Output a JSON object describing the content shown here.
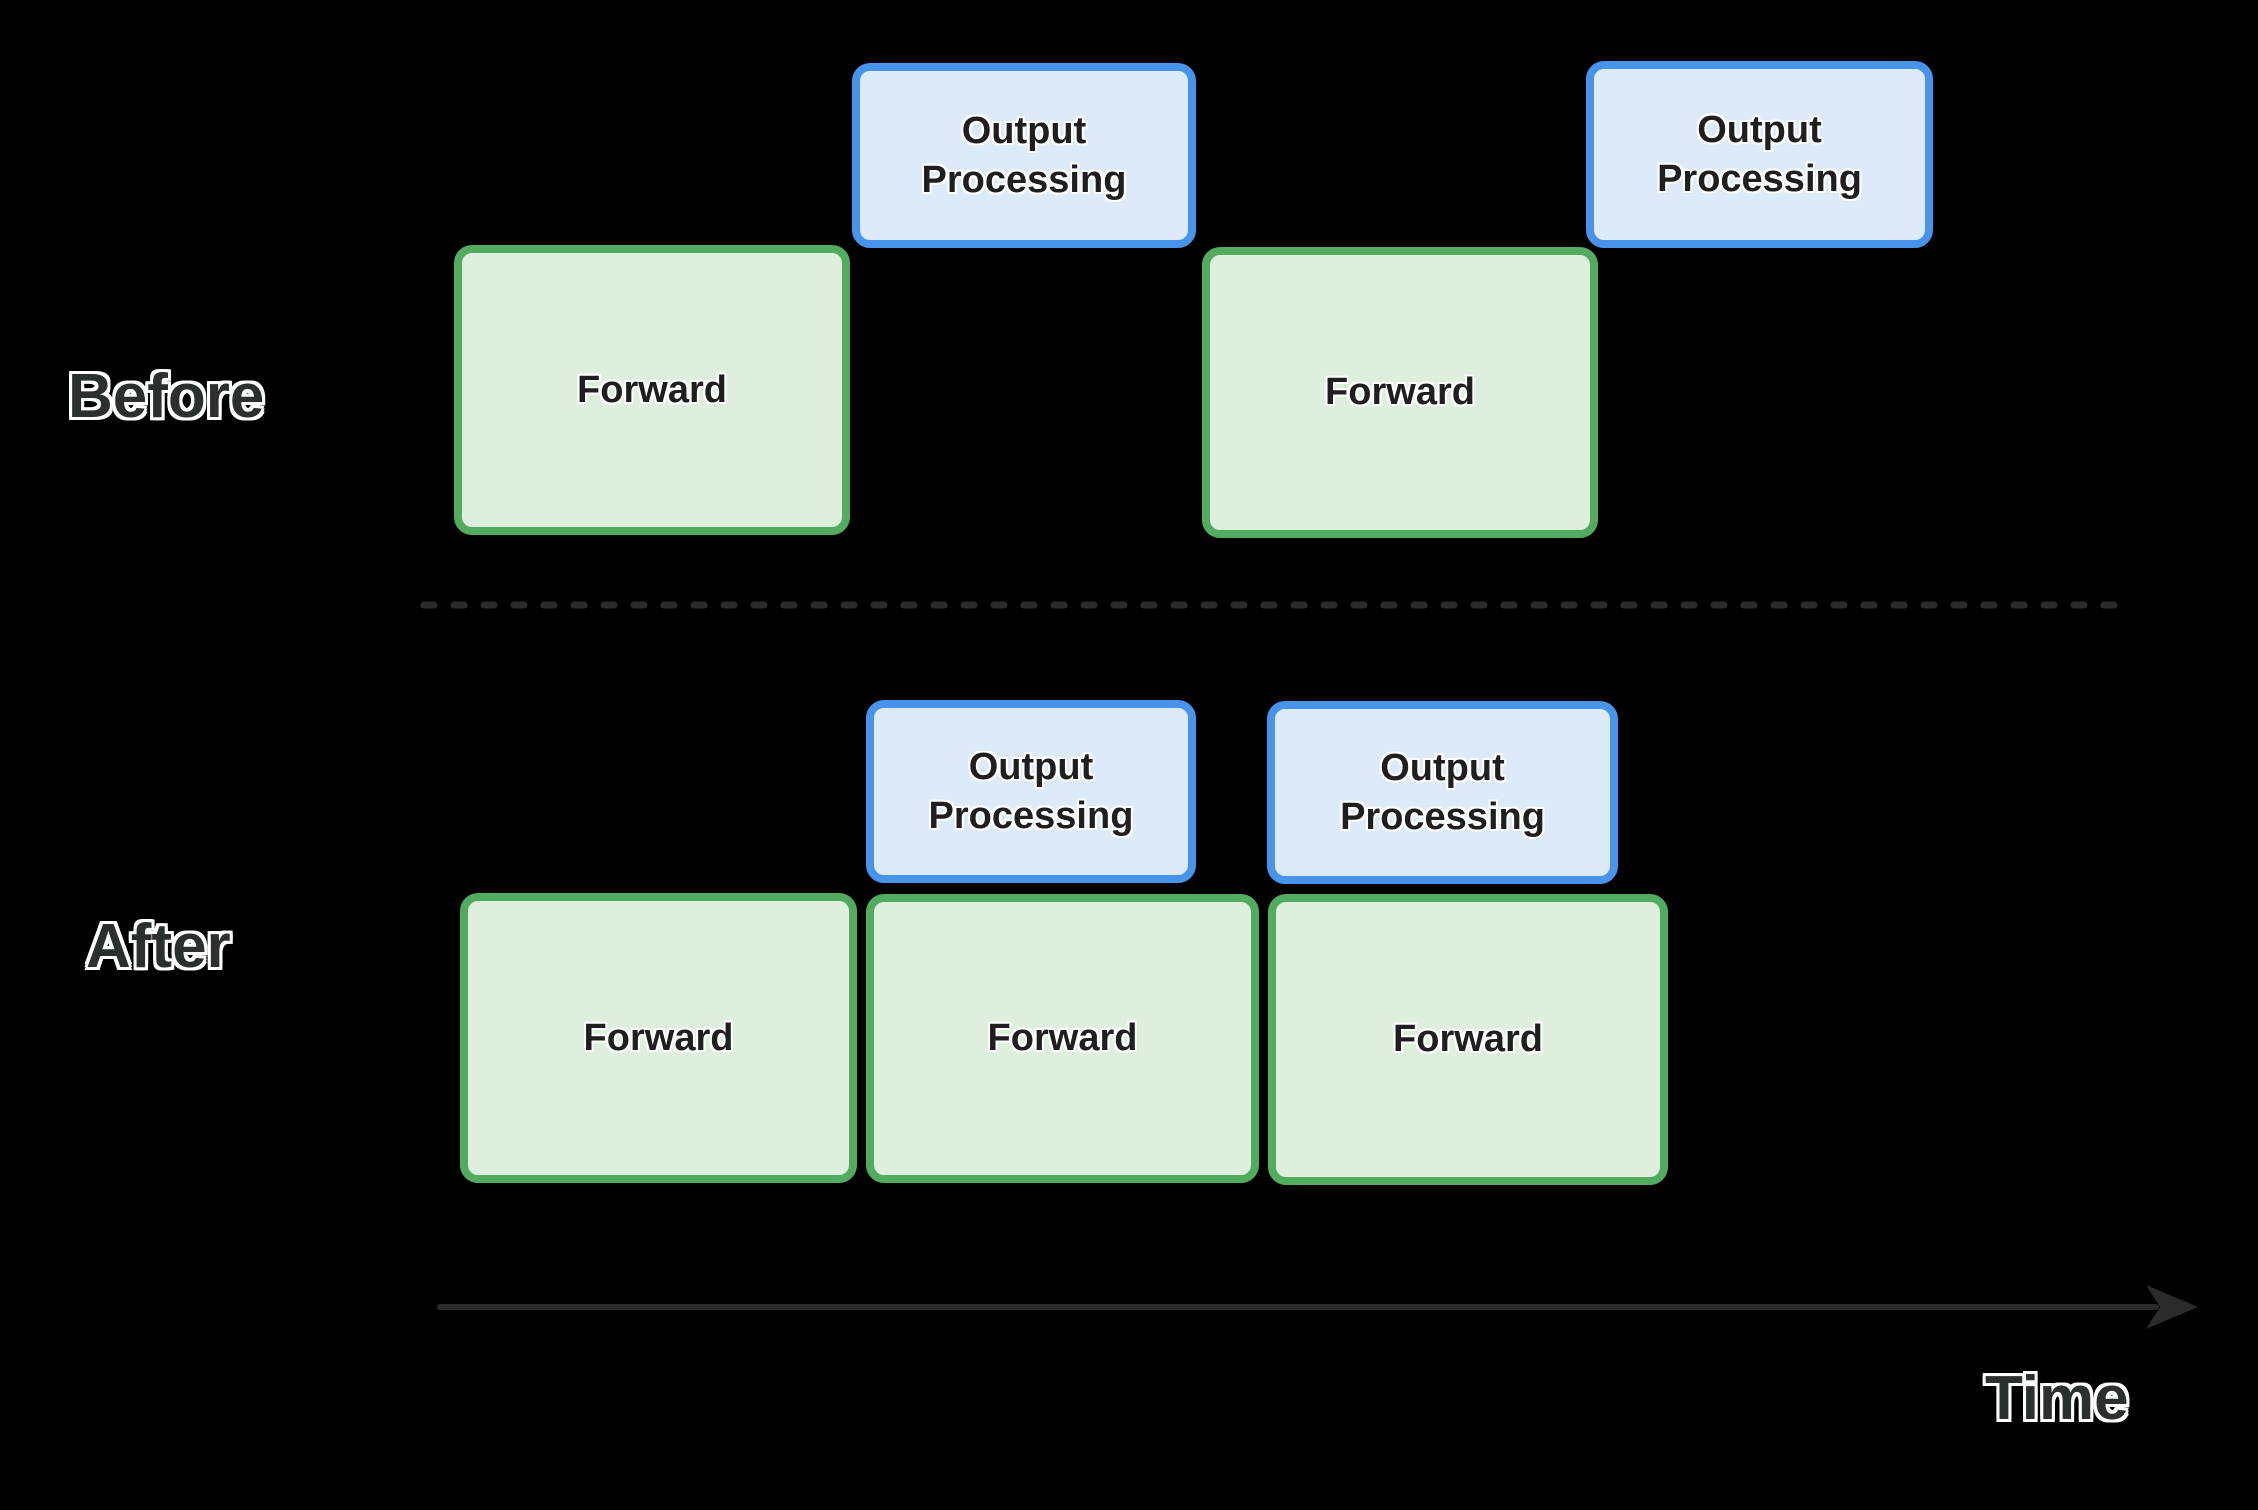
{
  "diagram": {
    "title_visible": false,
    "rows": [
      {
        "id": "before",
        "label": "Before",
        "blocks": [
          {
            "type": "forward",
            "label": "Forward"
          },
          {
            "type": "output-processing",
            "label": "Output Processing"
          },
          {
            "type": "forward",
            "label": "Forward"
          },
          {
            "type": "output-processing",
            "label": "Output Processing"
          }
        ]
      },
      {
        "id": "after",
        "label": "After",
        "blocks": [
          {
            "type": "forward",
            "label": "Forward"
          },
          {
            "type": "output-processing",
            "label": "Output Processing"
          },
          {
            "type": "forward",
            "label": "Forward"
          },
          {
            "type": "output-processing",
            "label": "Output Processing"
          },
          {
            "type": "forward",
            "label": "Forward"
          }
        ]
      }
    ],
    "axis": {
      "label": "Time",
      "direction": "right"
    },
    "colors": {
      "canvas_bg": "#000000",
      "forward_fill": "#DEEFDE",
      "forward_border": "#52AC60",
      "output_fill": "#DCEAFA",
      "output_border": "#4994EB",
      "box_text": "#1F1F1F",
      "row_label_text": "#2B2F2E",
      "divider": "#2B2B2B",
      "arrow": "#2B2B2B"
    }
  }
}
